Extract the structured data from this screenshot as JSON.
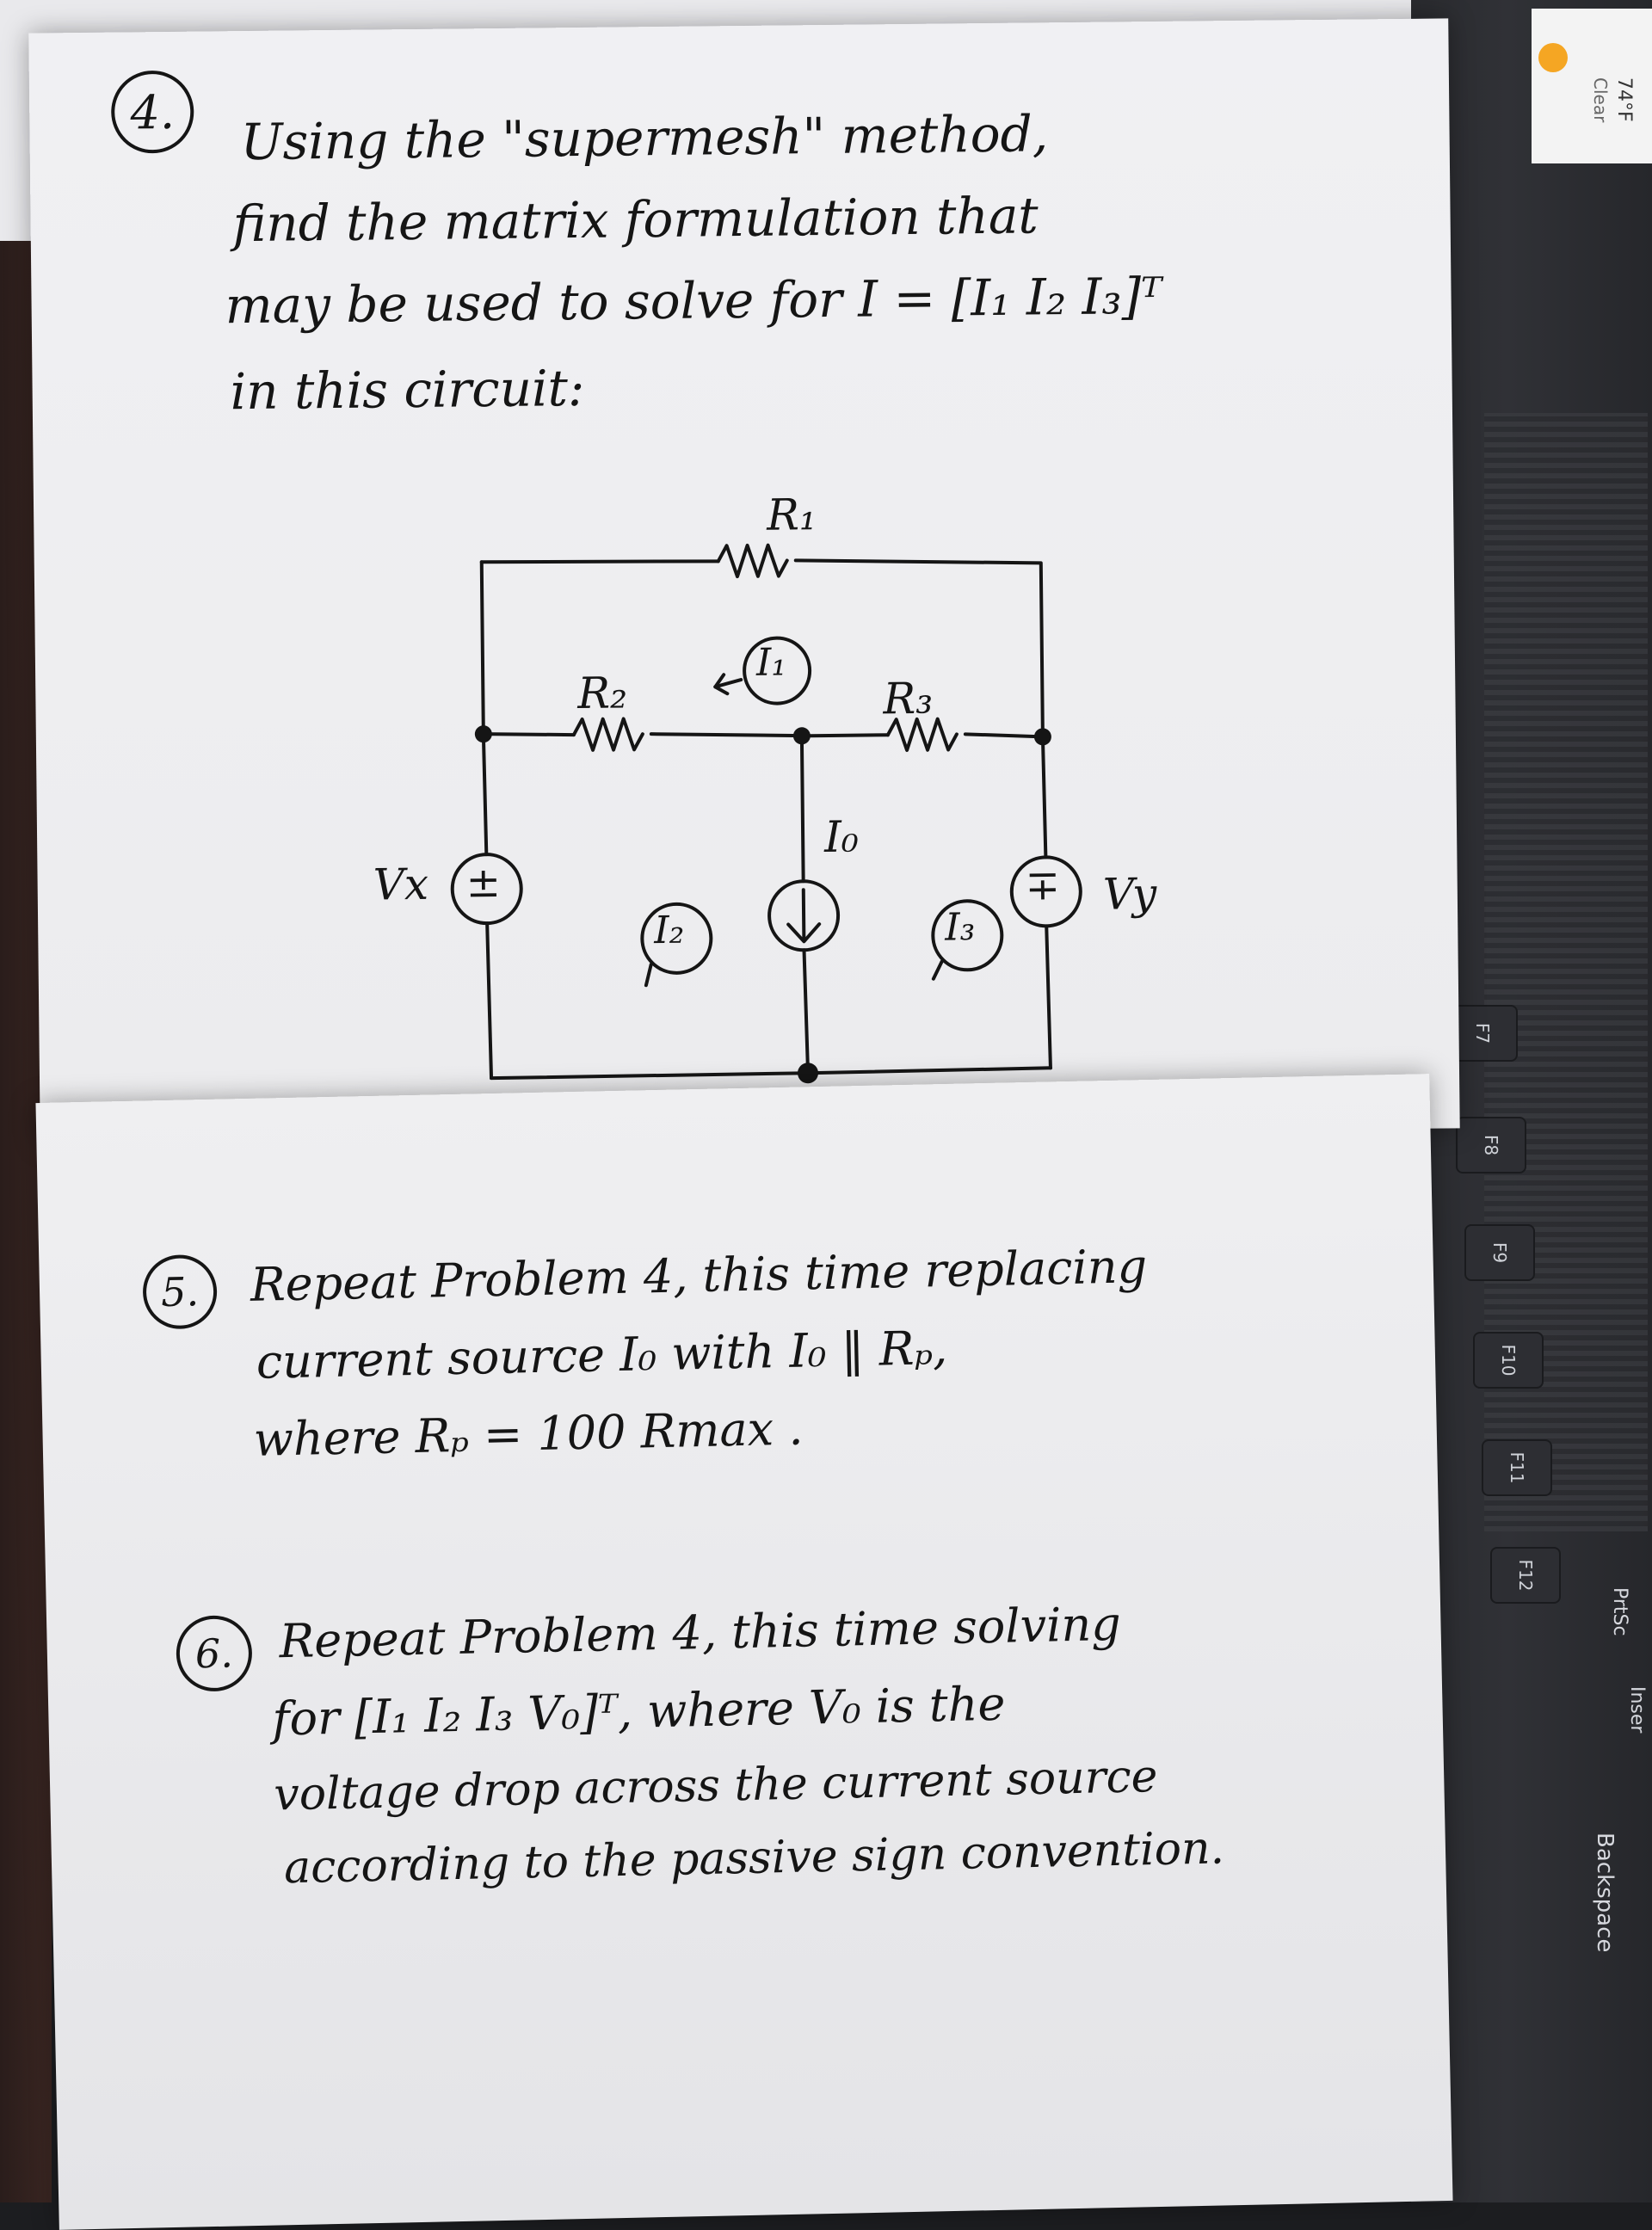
{
  "problems": [
    {
      "number": "4.",
      "lines": [
        "Using the \"supermesh\" method,",
        "find the matrix formulation that",
        "may be used to solve for I = [I₁ I₂ I₃]ᵀ",
        "in this circuit:"
      ]
    },
    {
      "number": "5.",
      "lines": [
        "Repeat Problem 4, this time replacing",
        "current source I₀ with I₀ ‖ Rₚ,",
        "where Rₚ = 100 Rmax ."
      ]
    },
    {
      "number": "6.",
      "lines": [
        "Repeat Problem 4, this time solving",
        "for [I₁ I₂ I₃ V₀]ᵀ, where V₀ is the",
        "voltage drop across the current source",
        "according to the passive sign convention."
      ]
    }
  ],
  "circuit": {
    "r1": "R₁",
    "r2": "R₂",
    "r3": "R₃",
    "vx": "Vx",
    "vy": "Vy",
    "io": "I₀",
    "i1": "I₁",
    "i2": "I₂",
    "i3": "I₃",
    "vx_symbol": "±",
    "vy_symbol": "∓"
  },
  "laptop": {
    "weather_temp": "74°F",
    "weather_desc": "Clear",
    "keys": [
      "F7",
      "F8",
      "F9",
      "F10",
      "F11",
      "F12"
    ],
    "prtsc": "PrtSc",
    "insert": "Inser",
    "backspace": "Backspace"
  }
}
